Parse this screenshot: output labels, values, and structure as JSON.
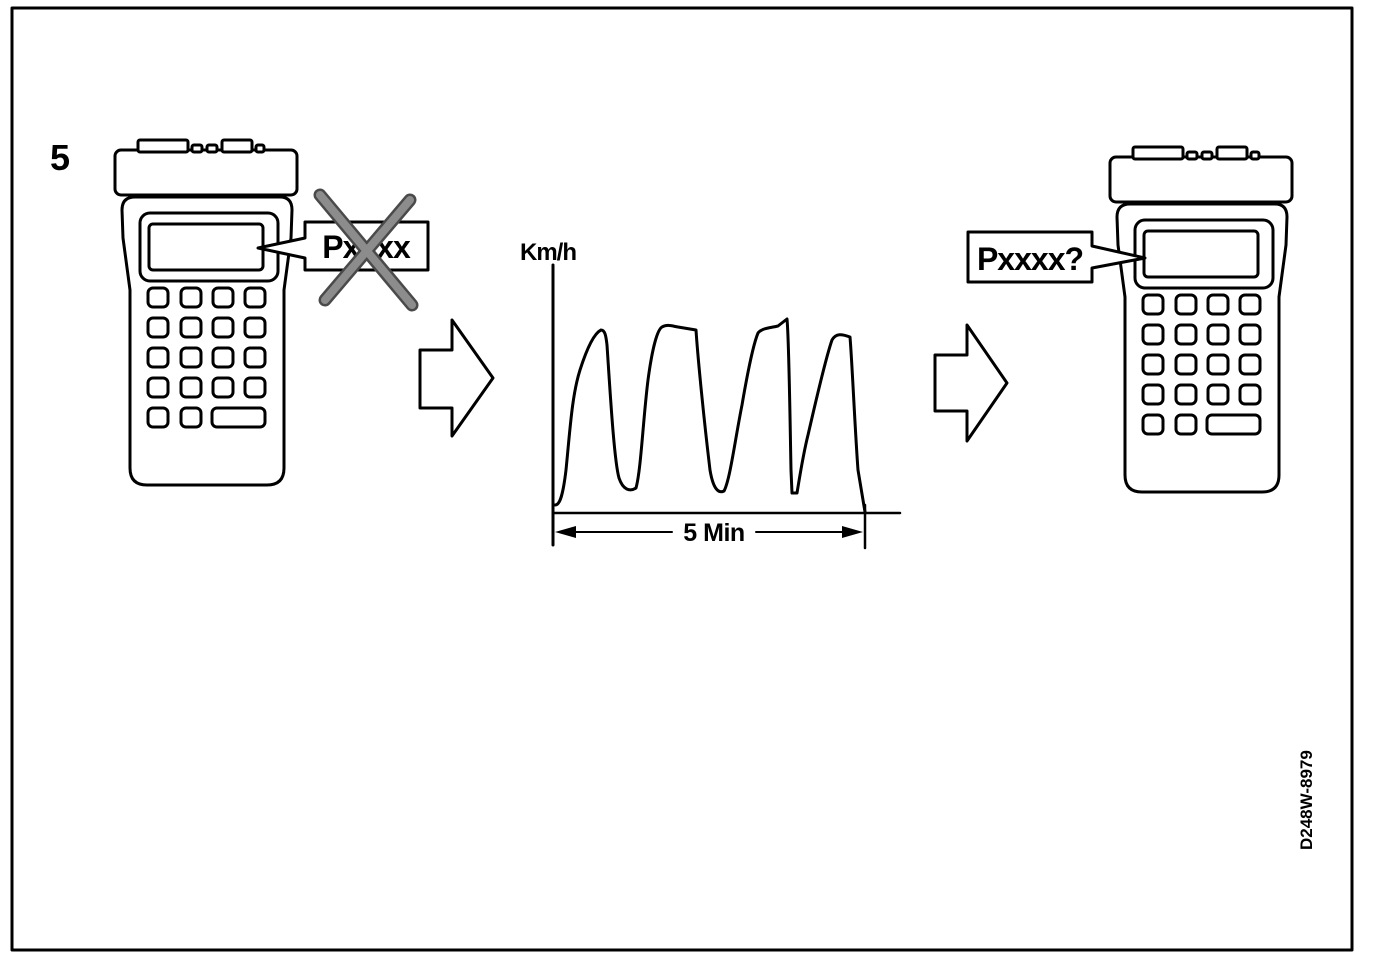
{
  "step_number": "5",
  "left_tester": {
    "callout": "Pxxxx"
  },
  "speed_graph": {
    "y_label": "Km/h",
    "duration_label": "5 Min"
  },
  "right_tester": {
    "callout": "Pxxxx?"
  },
  "figure_code": "D248W-8979",
  "colors": {
    "line": "#000000",
    "cross": "#8c8c8c",
    "background": "#ffffff"
  },
  "icons": [
    "cross-mark-icon",
    "arrow-right-icon",
    "arrow-right-icon"
  ]
}
